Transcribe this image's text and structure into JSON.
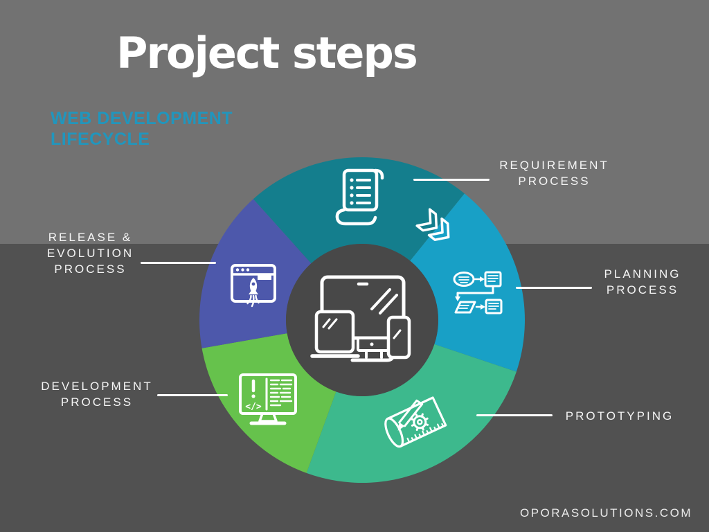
{
  "header": {
    "title": "Project steps",
    "subtitle_lines": [
      "WEB DEVELOPMENT",
      "LIFECYCLE"
    ]
  },
  "footer": {
    "website": "OPORASOLUTIONS.COM"
  },
  "colors": {
    "background_top": "#727272",
    "background_bottom": "#515151",
    "donut_center": "#484848",
    "title_text": "#ffffff",
    "subtitle_text": "#2196bd",
    "label_text": "#f5f5f5",
    "connector_line": "#ffffff",
    "icon_stroke": "#ffffff"
  },
  "chart_data": {
    "type": "donut-cycle",
    "title": "Project steps",
    "subtitle": "Web Development Lifecycle",
    "direction": "clockwise",
    "center_icon": "responsive-devices-icon",
    "flow_arrow_icon": "double-chevron-icon",
    "segments": [
      {
        "id": "requirement",
        "label_lines": [
          "REQUIREMENT",
          "PROCESS"
        ],
        "color": "#147e8d",
        "icon": "scroll-checklist-icon",
        "start_angle": 132,
        "end_angle": 51
      },
      {
        "id": "planning",
        "label_lines": [
          "PLANNING",
          "PROCESS"
        ],
        "color": "#18a0c6",
        "icon": "flowchart-icon",
        "start_angle": 51,
        "end_angle": -18.5
      },
      {
        "id": "prototyping",
        "label_lines": [
          "PROTOTYPING"
        ],
        "color": "#3db98d",
        "icon": "blueprint-tools-icon",
        "start_angle": -18.5,
        "end_angle": -110
      },
      {
        "id": "development",
        "label_lines": [
          "DEVELOPMENT",
          "PROCESS"
        ],
        "color": "#66c24c",
        "icon": "code-monitor-icon",
        "start_angle": -110,
        "end_angle": -170
      },
      {
        "id": "release",
        "label_lines": [
          "RELEASE &",
          "EVOLUTION",
          "PROCESS"
        ],
        "color": "#4d58ab",
        "icon": "rocket-window-icon",
        "start_angle": -170,
        "end_angle": -228
      }
    ]
  }
}
